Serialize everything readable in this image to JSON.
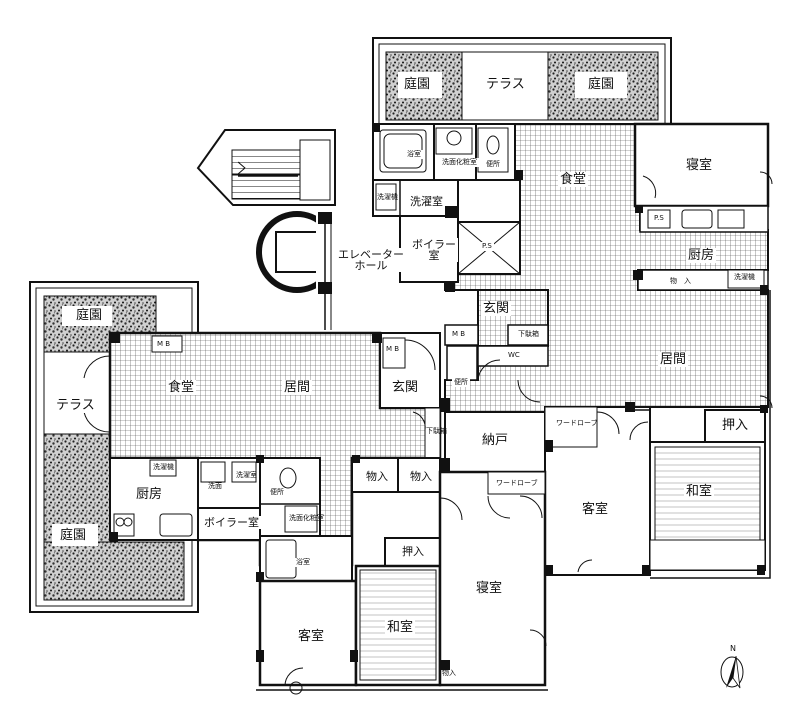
{
  "rooms": {
    "garden_tl": "庭園",
    "terrace_top": "テラス",
    "garden_tr": "庭園",
    "bath_n": "浴室",
    "vanity_n": "洗面化粧室",
    "toilet_n": "便所",
    "laundry_n": "洗濯室",
    "washer_n": "洗濯機",
    "dining_e": "食堂",
    "bedroom_ne": "寝室",
    "elevator_hall": "エレベーター\nホール",
    "boiler_n": "ボイラー\n室",
    "ps_shaft": "P.S",
    "ps_kitchen": "P.S",
    "kitchen_e": "厨房",
    "storage_e": "物　入",
    "washer_e": "洗濯機",
    "entrance_e": "玄関",
    "mb_e": "M B",
    "shoe_e": "下駄箱",
    "wc_e": "WC",
    "toilet_e": "便所",
    "living_e": "居間",
    "garden_w1": "庭園",
    "mb_w": "M B",
    "dining_w": "食堂",
    "living_w": "居間",
    "mb_w2": "M B",
    "entrance_w": "玄関",
    "terrace_w": "テラス",
    "shoe_w": "下駄箱",
    "closet_e2": "納戸",
    "wardrobe_1": "ワードローブ",
    "wardrobe_2": "ワードローブ",
    "oshiire_e": "押入",
    "tatami_e": "和室",
    "guest_e": "客室",
    "washer_w": "洗濯機",
    "vanity_w": "洗面",
    "laundry_w": "洗濯室",
    "toilet_w": "便所",
    "storage_w1": "物入",
    "storage_w2": "物入",
    "kitchen_w": "厨房",
    "boiler_w": "ボイラー室",
    "vanity_w2": "洗面化粧室",
    "garden_w2": "庭園",
    "bath_w": "浴室",
    "oshiire_w": "押入",
    "bedroom_w": "寝室",
    "guest_w": "客室",
    "tatami_w": "和室",
    "storage_w3": "物入"
  },
  "north": "N"
}
